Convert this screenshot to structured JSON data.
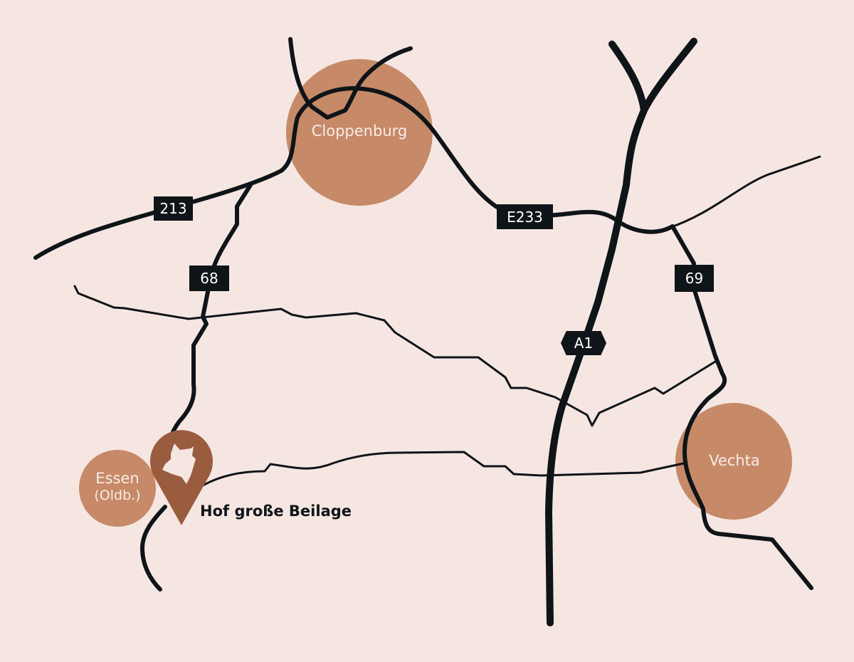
{
  "colors": {
    "background": "#f6e6e2",
    "city": "#c68a68",
    "pin": "#995c3e",
    "road": "#0f1418"
  },
  "cities": [
    {
      "name": "Cloppenburg"
    },
    {
      "name": "Essen",
      "sub": "(Oldb.)"
    },
    {
      "name": "Vechta"
    }
  ],
  "road_labels": {
    "b213": "213",
    "b68": "68",
    "e233": "E233",
    "b69": "69",
    "a1": "A1"
  },
  "marker": {
    "label": "Hof große Beilage",
    "icon": "cow-head-icon"
  }
}
